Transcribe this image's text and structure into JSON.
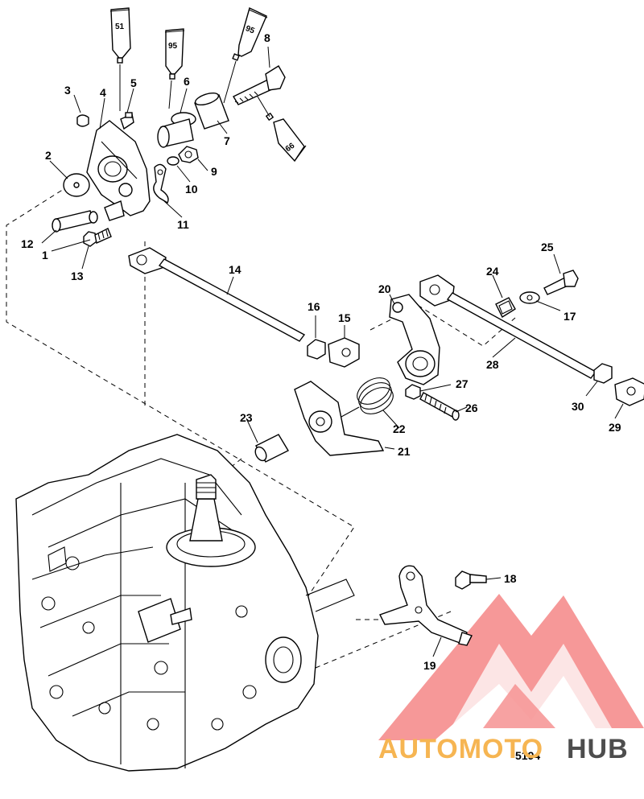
{
  "diagram": {
    "callouts": [
      {
        "id": "1",
        "label": "1"
      },
      {
        "id": "2",
        "label": "2"
      },
      {
        "id": "3",
        "label": "3"
      },
      {
        "id": "4",
        "label": "4"
      },
      {
        "id": "5",
        "label": "5"
      },
      {
        "id": "6",
        "label": "6"
      },
      {
        "id": "7",
        "label": "7"
      },
      {
        "id": "8",
        "label": "8"
      },
      {
        "id": "9",
        "label": "9"
      },
      {
        "id": "10",
        "label": "10"
      },
      {
        "id": "11",
        "label": "11"
      },
      {
        "id": "12",
        "label": "12"
      },
      {
        "id": "13",
        "label": "13"
      },
      {
        "id": "14",
        "label": "14"
      },
      {
        "id": "15",
        "label": "15"
      },
      {
        "id": "16",
        "label": "16"
      },
      {
        "id": "17",
        "label": "17"
      },
      {
        "id": "18",
        "label": "18"
      },
      {
        "id": "19",
        "label": "19"
      },
      {
        "id": "20",
        "label": "20"
      },
      {
        "id": "21",
        "label": "21"
      },
      {
        "id": "22",
        "label": "22"
      },
      {
        "id": "23",
        "label": "23"
      },
      {
        "id": "24",
        "label": "24"
      },
      {
        "id": "25",
        "label": "25"
      },
      {
        "id": "26",
        "label": "26"
      },
      {
        "id": "27",
        "label": "27"
      },
      {
        "id": "28",
        "label": "28"
      },
      {
        "id": "29",
        "label": "29"
      },
      {
        "id": "30",
        "label": "30"
      }
    ],
    "lubricant_tubes": [
      {
        "id": "tube-51",
        "label": "51"
      },
      {
        "id": "tube-95a",
        "label": "95"
      },
      {
        "id": "tube-95b",
        "label": "95"
      },
      {
        "id": "tube-66",
        "label": "66"
      }
    ],
    "drawing_code": "5194"
  },
  "watermark": {
    "text_primary": "AUTOMOTO",
    "text_secondary": "HUB",
    "color_primary": "#f6b552",
    "color_secondary": "#4d4d4d",
    "logo_color": "#ef4444"
  }
}
